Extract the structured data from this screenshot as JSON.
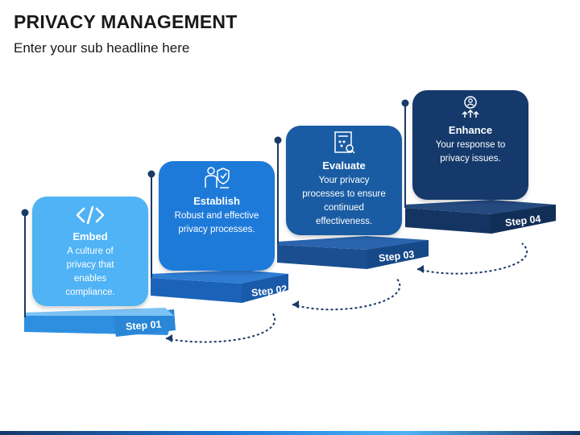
{
  "header": {
    "title": "PRIVACY MANAGEMENT",
    "subtitle": "Enter your sub headline here"
  },
  "steps": [
    {
      "step_label": "Step 01",
      "heading": "Embed",
      "description": "A culture of privacy that enables compliance.",
      "icon": "code-icon",
      "color": "#4FB3F5"
    },
    {
      "step_label": "Step 02",
      "heading": "Establish",
      "description": "Robust and effective privacy processes.",
      "icon": "people-shield-icon",
      "color": "#1E7AD9"
    },
    {
      "step_label": "Step 03",
      "heading": "Evaluate",
      "description": "Your privacy processes to ensure continued effectiveness.",
      "icon": "document-review-icon",
      "color": "#1A5CA3"
    },
    {
      "step_label": "Step 04",
      "heading": "Enhance",
      "description": "Your response to privacy issues.",
      "icon": "person-growth-icon",
      "color": "#15396B"
    }
  ],
  "colors": {
    "step1": "#4FB3F5",
    "step2": "#1E7AD9",
    "step3": "#1A5CA3",
    "step4": "#15396B",
    "connector": "#1B3A66"
  }
}
